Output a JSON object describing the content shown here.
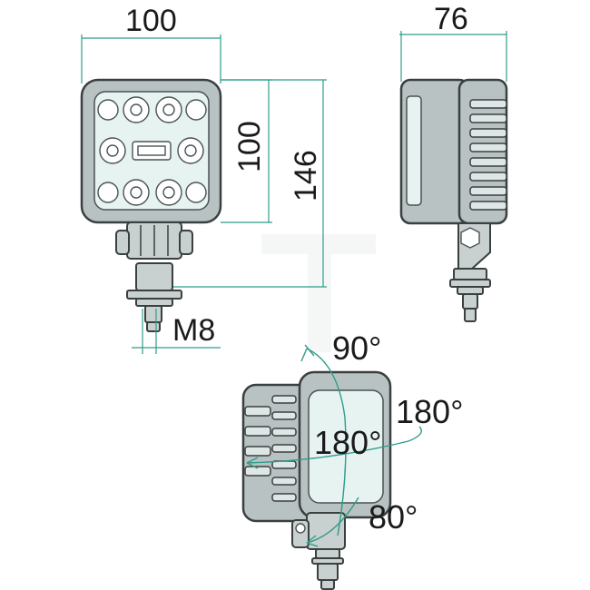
{
  "dimensions": {
    "width": "100",
    "height": "100",
    "total_height": "146",
    "depth": "76",
    "thread": "M8"
  },
  "angles": {
    "tilt_up": "90°",
    "rotate_side": "180°",
    "rotate_face": "180°",
    "tilt_down": "80°"
  },
  "colors": {
    "dimension_line": "#2f9c8a",
    "housing": "#b8c2c2",
    "lens": "#e7f3f1",
    "outline": "#3a3f40"
  }
}
